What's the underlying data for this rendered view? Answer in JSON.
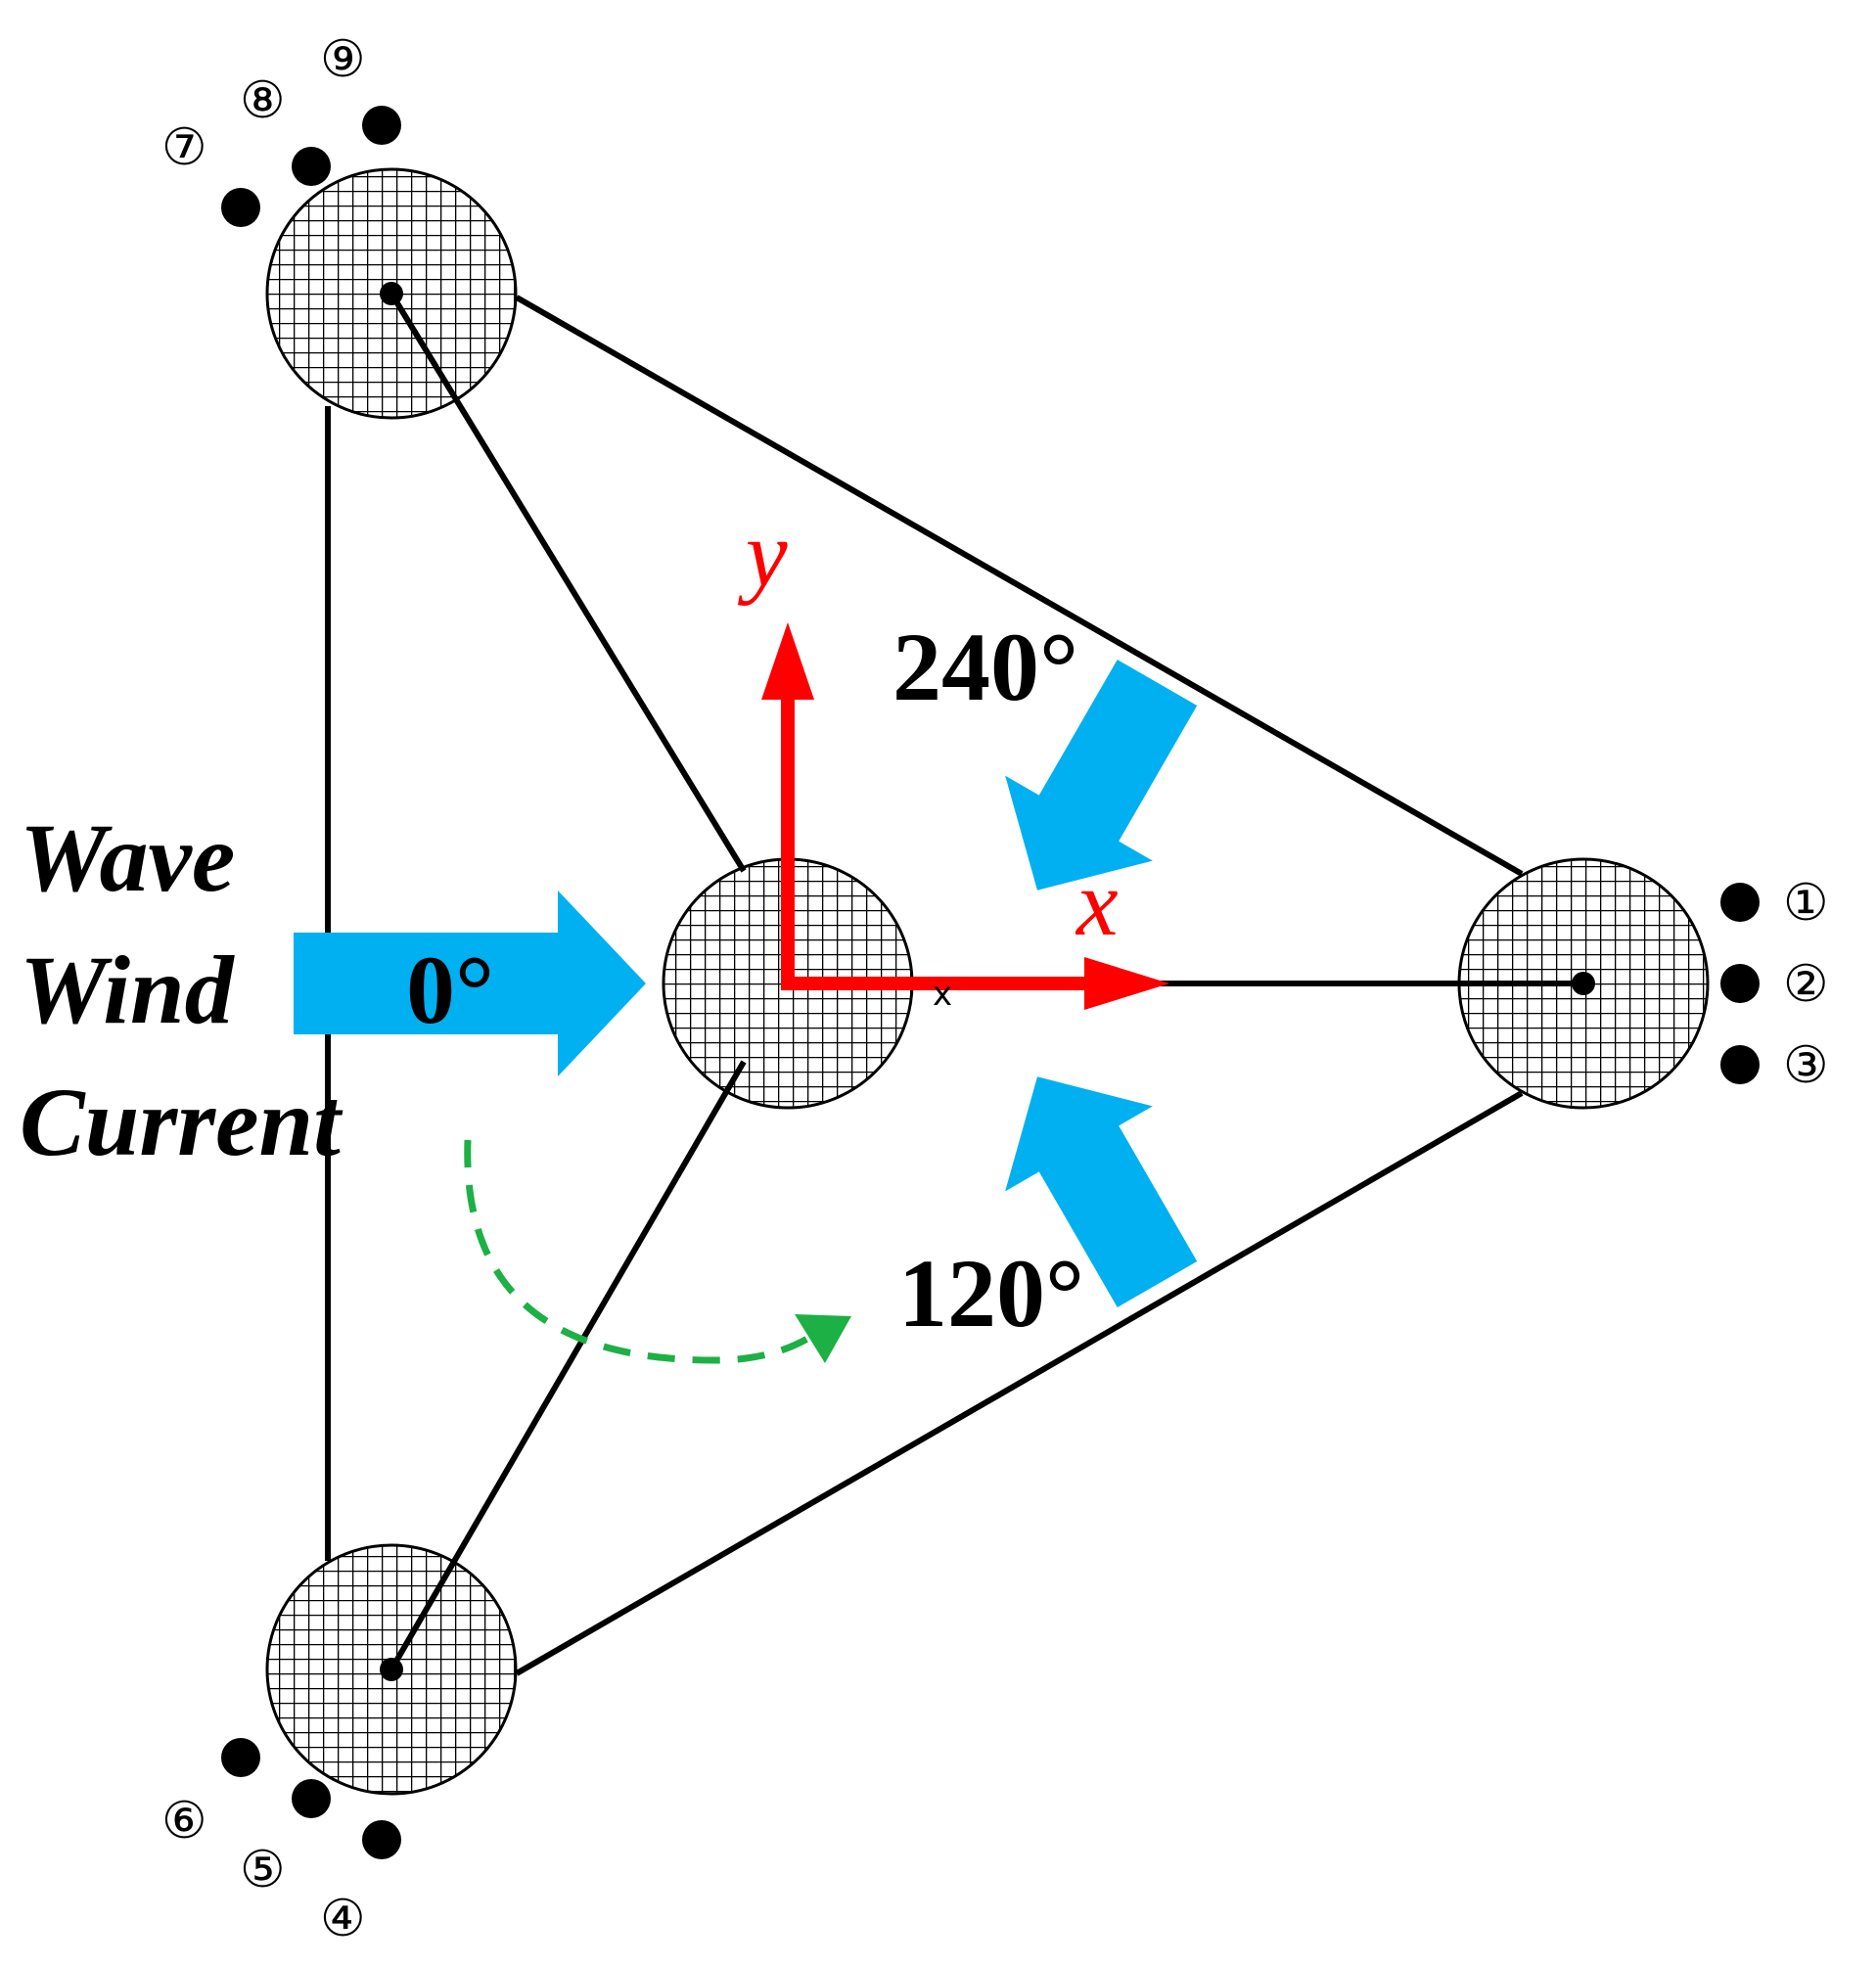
{
  "colors": {
    "load_arrow": "#00B0F0",
    "axis": "#FF0000",
    "rotation": "#1DB045",
    "structure": "#000000"
  },
  "axes": {
    "x_label": "x",
    "y_label": "y",
    "origin_tick": "x"
  },
  "loads": {
    "lines": [
      "Wave",
      "Wind",
      "Current"
    ],
    "direction_labels": [
      "0°",
      "120°",
      "240°"
    ]
  },
  "columns": [
    {
      "name": "center-column",
      "hatch": "grid"
    },
    {
      "name": "right-column",
      "hatch": "grid"
    },
    {
      "name": "top-left-column",
      "hatch": "grid"
    },
    {
      "name": "bottom-left-column",
      "hatch": "grid"
    }
  ],
  "mooring_lines": {
    "right": [
      "①",
      "②",
      "③"
    ],
    "bottom_left": [
      "④",
      "⑤",
      "⑥"
    ],
    "top_left": [
      "⑦",
      "⑧",
      "⑨"
    ]
  },
  "rotation_arrow": {
    "icon": "dashed-rotation-arrow",
    "style": "dashed"
  }
}
